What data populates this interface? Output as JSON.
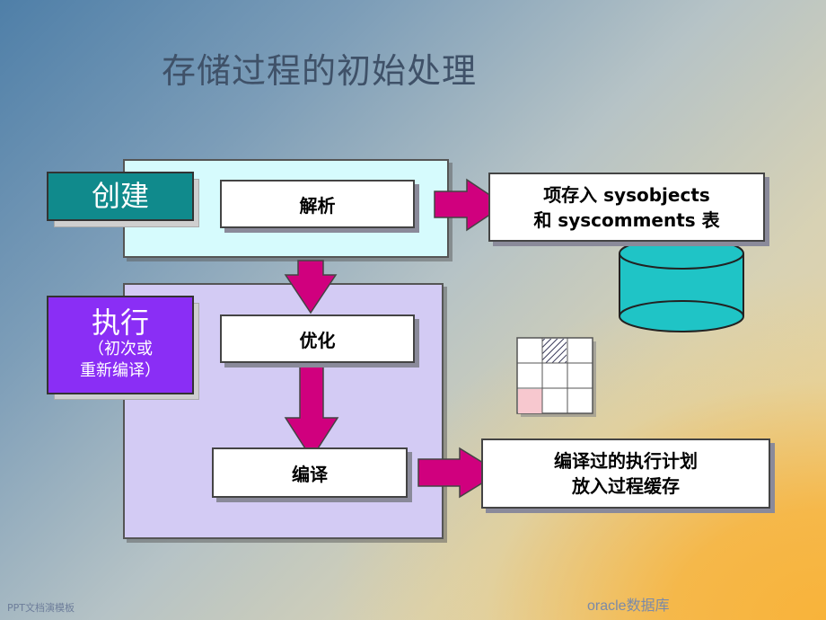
{
  "title": "存储过程的初始处理",
  "stages": {
    "create": "创建",
    "execute_main": "执行",
    "execute_sub_line1": "（初次或",
    "execute_sub_line2": "重新编译）"
  },
  "steps": {
    "parse": "解析",
    "optimize": "优化",
    "compile": "编译"
  },
  "outputs": {
    "store_line1": "项存入  sysobjects",
    "store_line2": "和  syscomments  表",
    "cache_line1": "编译过的执行计划",
    "cache_line2": "放入过程缓存"
  },
  "icons": [
    "database-icon",
    "execution-plan-grid-icon",
    "arrow-right-icon",
    "arrow-down-icon"
  ],
  "colors": {
    "create_label": "#108a8c",
    "execute_label": "#8a2ef5",
    "create_panel": "#d6fbfd",
    "execute_panel": "#d3cbf4",
    "arrow": "#d0007e",
    "database": "#1fc4c6"
  },
  "footer": {
    "left": "PPT文档演模板",
    "right": "oracle数据库"
  }
}
